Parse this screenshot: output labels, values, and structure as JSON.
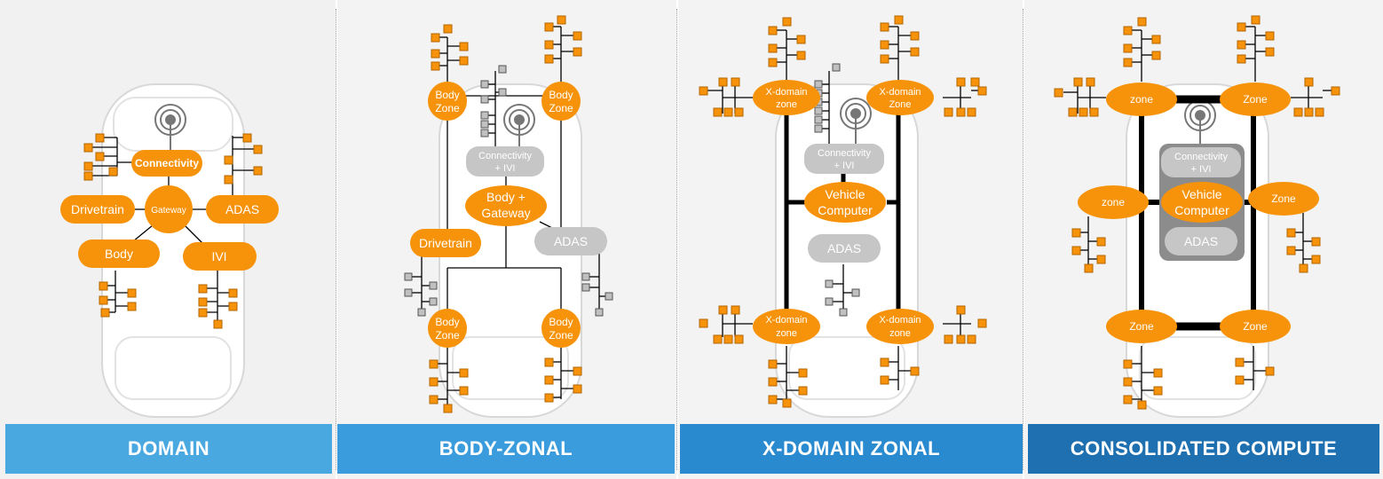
{
  "colors": {
    "orange": "#f7930a",
    "orange_stroke": "#c46f00",
    "grey_node": "#c8c8c8",
    "grey_square": "#b0b0b0",
    "footer_1": "#4aa8e0",
    "footer_2": "#3a9cdc",
    "footer_3": "#2a8ad0",
    "footer_4": "#1e70b0"
  },
  "panels": [
    {
      "title": "DOMAIN",
      "nodes": {
        "connectivity": "Connectivity",
        "gateway": "Gateway",
        "drivetrain": "Drivetrain",
        "adas": "ADAS",
        "body": "Body",
        "ivi": "IVI"
      }
    },
    {
      "title": "BODY-ZONAL",
      "nodes": {
        "body_zone_tl": [
          "Body",
          "Zone"
        ],
        "body_zone_tr": [
          "Body",
          "Zone"
        ],
        "connectivity_ivi": [
          "Connectivity",
          "+ IVI"
        ],
        "body_gateway": [
          "Body +",
          "Gateway"
        ],
        "drivetrain": "Drivetrain",
        "adas": "ADAS",
        "body_zone_bl": [
          "Body",
          "Zone"
        ],
        "body_zone_br": [
          "Body",
          "Zone"
        ]
      }
    },
    {
      "title": "X-DOMAIN ZONAL",
      "nodes": {
        "xzone_tl": [
          "X-domain",
          "zone"
        ],
        "xzone_tr": [
          "X-domain",
          "Zone"
        ],
        "connectivity_ivi": [
          "Connectivity",
          "+ IVI"
        ],
        "vehicle_computer": [
          "Vehicle",
          "Computer"
        ],
        "adas": "ADAS",
        "xzone_bl": [
          "X-domain",
          "zone"
        ],
        "xzone_br": [
          "X-domain",
          "zone"
        ]
      }
    },
    {
      "title": "CONSOLIDATED COMPUTE",
      "nodes": {
        "zone_tl": "zone",
        "zone_tr": "Zone",
        "connectivity_ivi": [
          "Connectivity",
          "+ IVI"
        ],
        "vehicle_computer": [
          "Vehicle",
          "Computer"
        ],
        "adas": "ADAS",
        "zone_ml": "zone",
        "zone_mr": "Zone",
        "zone_bl": "Zone",
        "zone_br": "Zone"
      }
    }
  ]
}
